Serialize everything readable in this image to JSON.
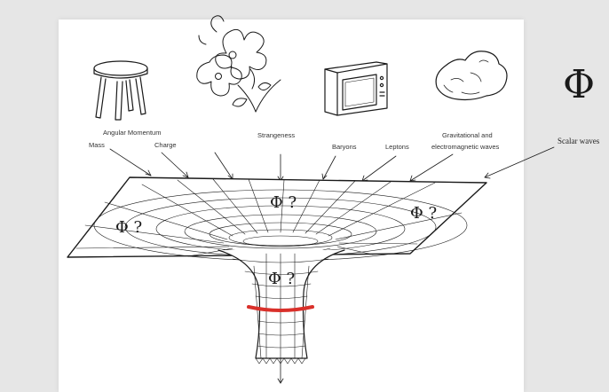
{
  "phi_symbol": "Φ",
  "phi_question": "Φ ?",
  "scalar_label": "Scalar waves",
  "labels": {
    "angular_momentum": "Angular Momentum",
    "mass": "Mass",
    "charge": "Charge",
    "strangeness": "Strangeness",
    "baryons": "Baryons",
    "leptons": "Leptons",
    "grav_line1": "Gravitational and",
    "grav_line2": "electromagnetic waves"
  },
  "icons": [
    "stool-icon",
    "flower-icon",
    "television-icon",
    "rock-icon"
  ],
  "colors": {
    "ring_highlight": "#d9302a",
    "ink": "#1a1a1a"
  }
}
